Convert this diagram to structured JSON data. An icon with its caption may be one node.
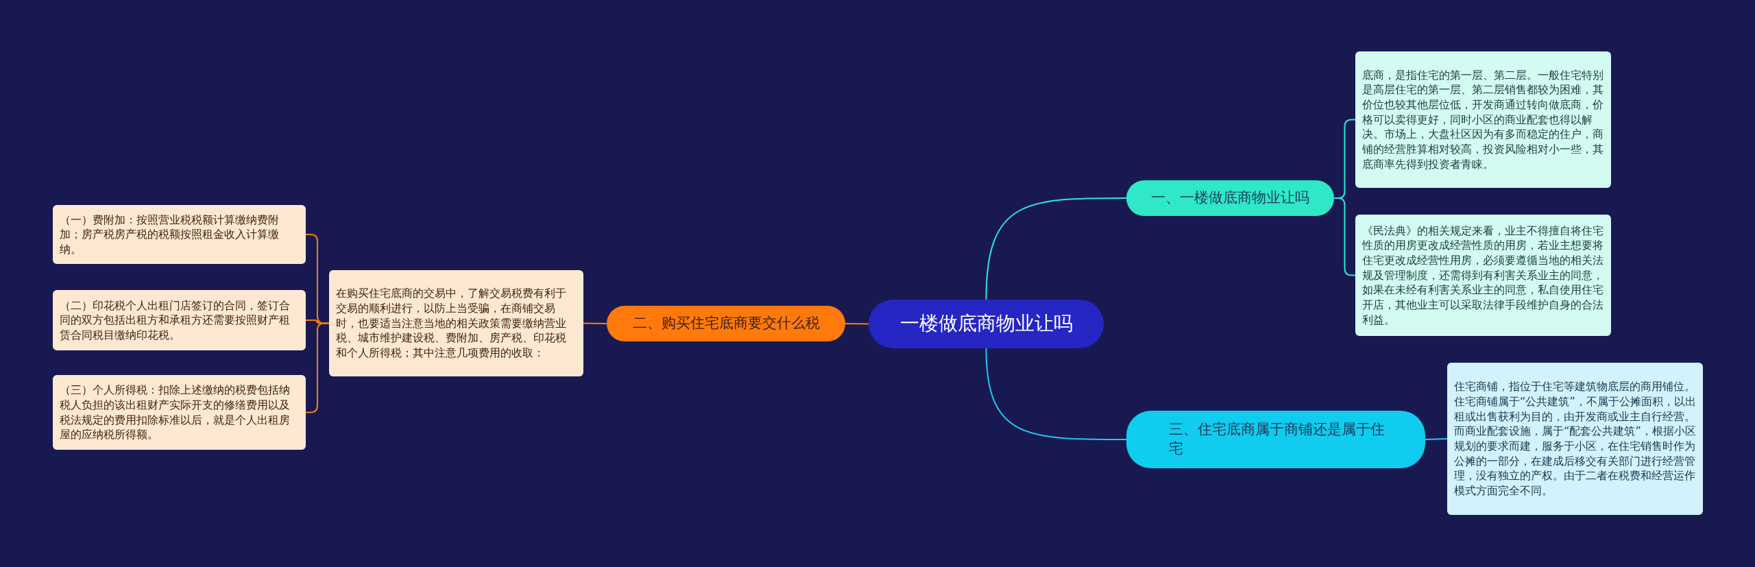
{
  "diagram": {
    "nodes": [
      {
        "text": [
          "一楼做底商物业让吗"
        ]
      },
      {
        "text": [
          "一、一楼做底商物业让吗"
        ]
      },
      {
        "text": [
          "底商，是指住宅的第一层、第二层。一般住宅特别是高层住宅的第一层、第二层销售都较为困难，其价位也较其他层位低，开发商通过转向做底商，价格可以卖得更好，同时小区的商业配套也得以解决。市场上，大盘社区因为有多而稳定的住户，商铺的经营胜算相对较高，投资风险相对小一些，其底商率先得到投资者青睐。"
        ]
      },
      {
        "text": [
          "《民法典》的相关规定来看，业主不得擅自将住宅性质的用房更改成经营性质的用房，若业主想要将住宅更改成经营性用房，必须要遵循当地的相关法规及管理制度，还需得到有利害关系业主的同意，如果在未经有利害关系业主的同意，私自使用住宅开店，其他业主可以采取法律手段维护自身的合法利益。"
        ]
      },
      {
        "text": [
          "二、购买住宅底商要交什么税"
        ]
      },
      {
        "text": [
          "在购买住宅底商的交易中，了解交易税费有利于交易的顺利进行，以防上当受骗，在商铺交易时，也要适当注意当地的相关政策需要缴纳营业税、城市维护建设税、费附加、房产税、印花税和个人所得税；其中注意几项费用的收取："
        ]
      },
      {
        "text": [
          "（一）费附加：按照营业税税额计算缴纳费附加；房产税房产税的税额按照租金收入计算缴纳。"
        ]
      },
      {
        "text": [
          "（二）印花税个人出租门店签订的合同，签订合同的双方包括出租方和承租方还需要按照财产租赁合同税目缴纳印花税。"
        ]
      },
      {
        "text": [
          "（三）个人所得税：扣除上述缴纳的税费包括纳税人负担的该出租财产实际开支的修缮费用以及税法规定的费用扣除标准以后，就是个人出租房屋的应纳税所得额。"
        ]
      },
      {
        "text": [
          "三、住宅底商属于商铺还是属于住宅"
        ]
      },
      {
        "text": [
          "住宅商铺，指位于住宅等建筑物底层的商用铺位。住宅商铺属于“公共建筑”，不属于公摊面积，以出租或出售获利为目的，由开发商或业主自行经营。而商业配套设施，属于“配套公共建筑”，根据小区规划的要求而建，服务于小区，在住宅销售时作为公摊的一部分，在建成后移交有关部门进行经营管理，没有独立的产权。由于二者在税费和经营运作模式方面完全不同。"
        ]
      }
    ],
    "edges": [
      {
        "from": 0,
        "to": 1,
        "arrow": "none",
        "color": "#2ee8d0"
      },
      {
        "from": 1,
        "to": 2,
        "arrow": "none",
        "color": "#2ee8d0"
      },
      {
        "from": 1,
        "to": 3,
        "arrow": "none",
        "color": "#2ee8d0"
      },
      {
        "from": 0,
        "to": 4,
        "arrow": "none"
      },
      {
        "from": 4,
        "to": 5,
        "arrow": "none"
      },
      {
        "from": 5,
        "to": 6,
        "arrow": "none"
      },
      {
        "from": 5,
        "to": 7,
        "arrow": "none"
      },
      {
        "from": 5,
        "to": 8,
        "arrow": "none"
      },
      {
        "from": 0,
        "to": 9,
        "arrow": "none",
        "color": "#1ec8ef"
      },
      {
        "from": 9,
        "to": 10,
        "arrow": "none",
        "color": "#1ec8ef"
      }
    ]
  }
}
